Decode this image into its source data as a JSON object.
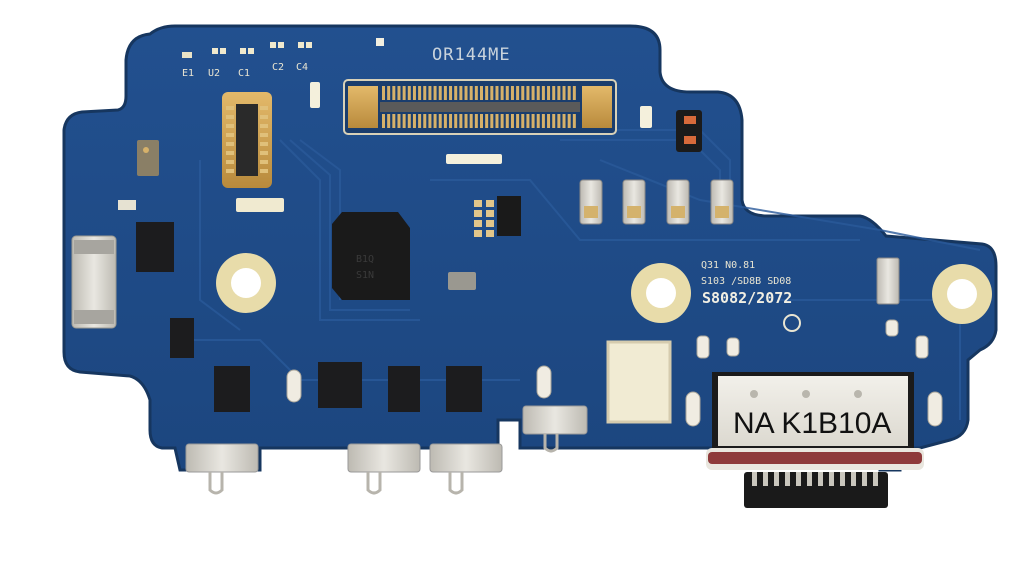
{
  "image": {
    "subject": "Charging port flex board (PCB) with USB-C connector",
    "background_color": "#ffffff",
    "board_color": "#1e4a86",
    "board_edge_color": "#17365f"
  },
  "labels": {
    "board_id": "OR144ME",
    "silk_codes_row1": "Q31 N0.81",
    "silk_codes_row2": "S103 /SD8B SD08",
    "silk_codes_row3": "S8082/2072",
    "usb_connector_marking": "NA K1B10A",
    "ic_marking_line1": "B1Q",
    "ic_marking_line2": "S1N",
    "small_refs": [
      "E1",
      "U2",
      "C1",
      "C2",
      "C4"
    ]
  },
  "components": {
    "board_to_board_connector": {
      "position": "top-center",
      "pins_per_row": 38
    },
    "small_connector": {
      "position": "top-left",
      "pins_per_side": 8
    },
    "usb_c_port": {
      "position": "bottom-right"
    },
    "mounting_holes": 3,
    "mic_contacts_bottom": 4,
    "leds_top_right": 4
  }
}
